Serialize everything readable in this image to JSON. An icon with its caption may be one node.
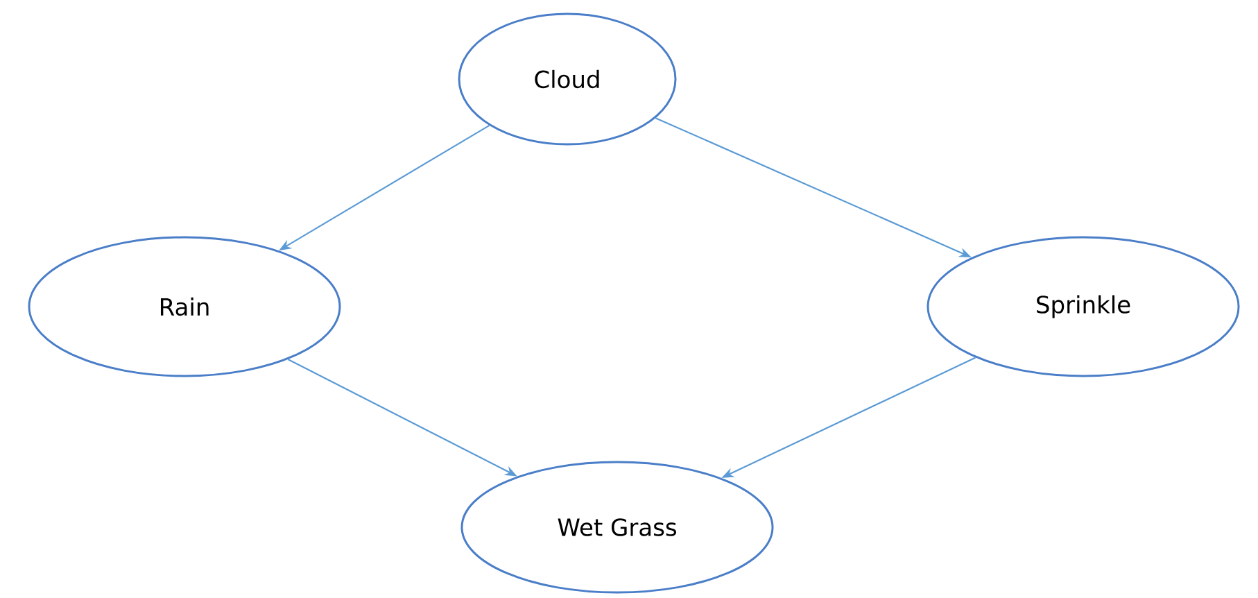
{
  "diagram": {
    "nodes": [
      {
        "text": [
          "Cloud"
        ]
      },
      {
        "text": [
          "Rain"
        ]
      },
      {
        "text": [
          "Sprinkle"
        ]
      },
      {
        "text": [
          "Wet Grass"
        ]
      }
    ],
    "edges": [
      {
        "from": 0,
        "to": 1,
        "arrow": "to"
      },
      {
        "from": 0,
        "to": 2,
        "arrow": "to"
      },
      {
        "from": 1,
        "to": 3,
        "arrow": "to"
      },
      {
        "from": 2,
        "to": 3,
        "arrow": "to"
      }
    ]
  }
}
